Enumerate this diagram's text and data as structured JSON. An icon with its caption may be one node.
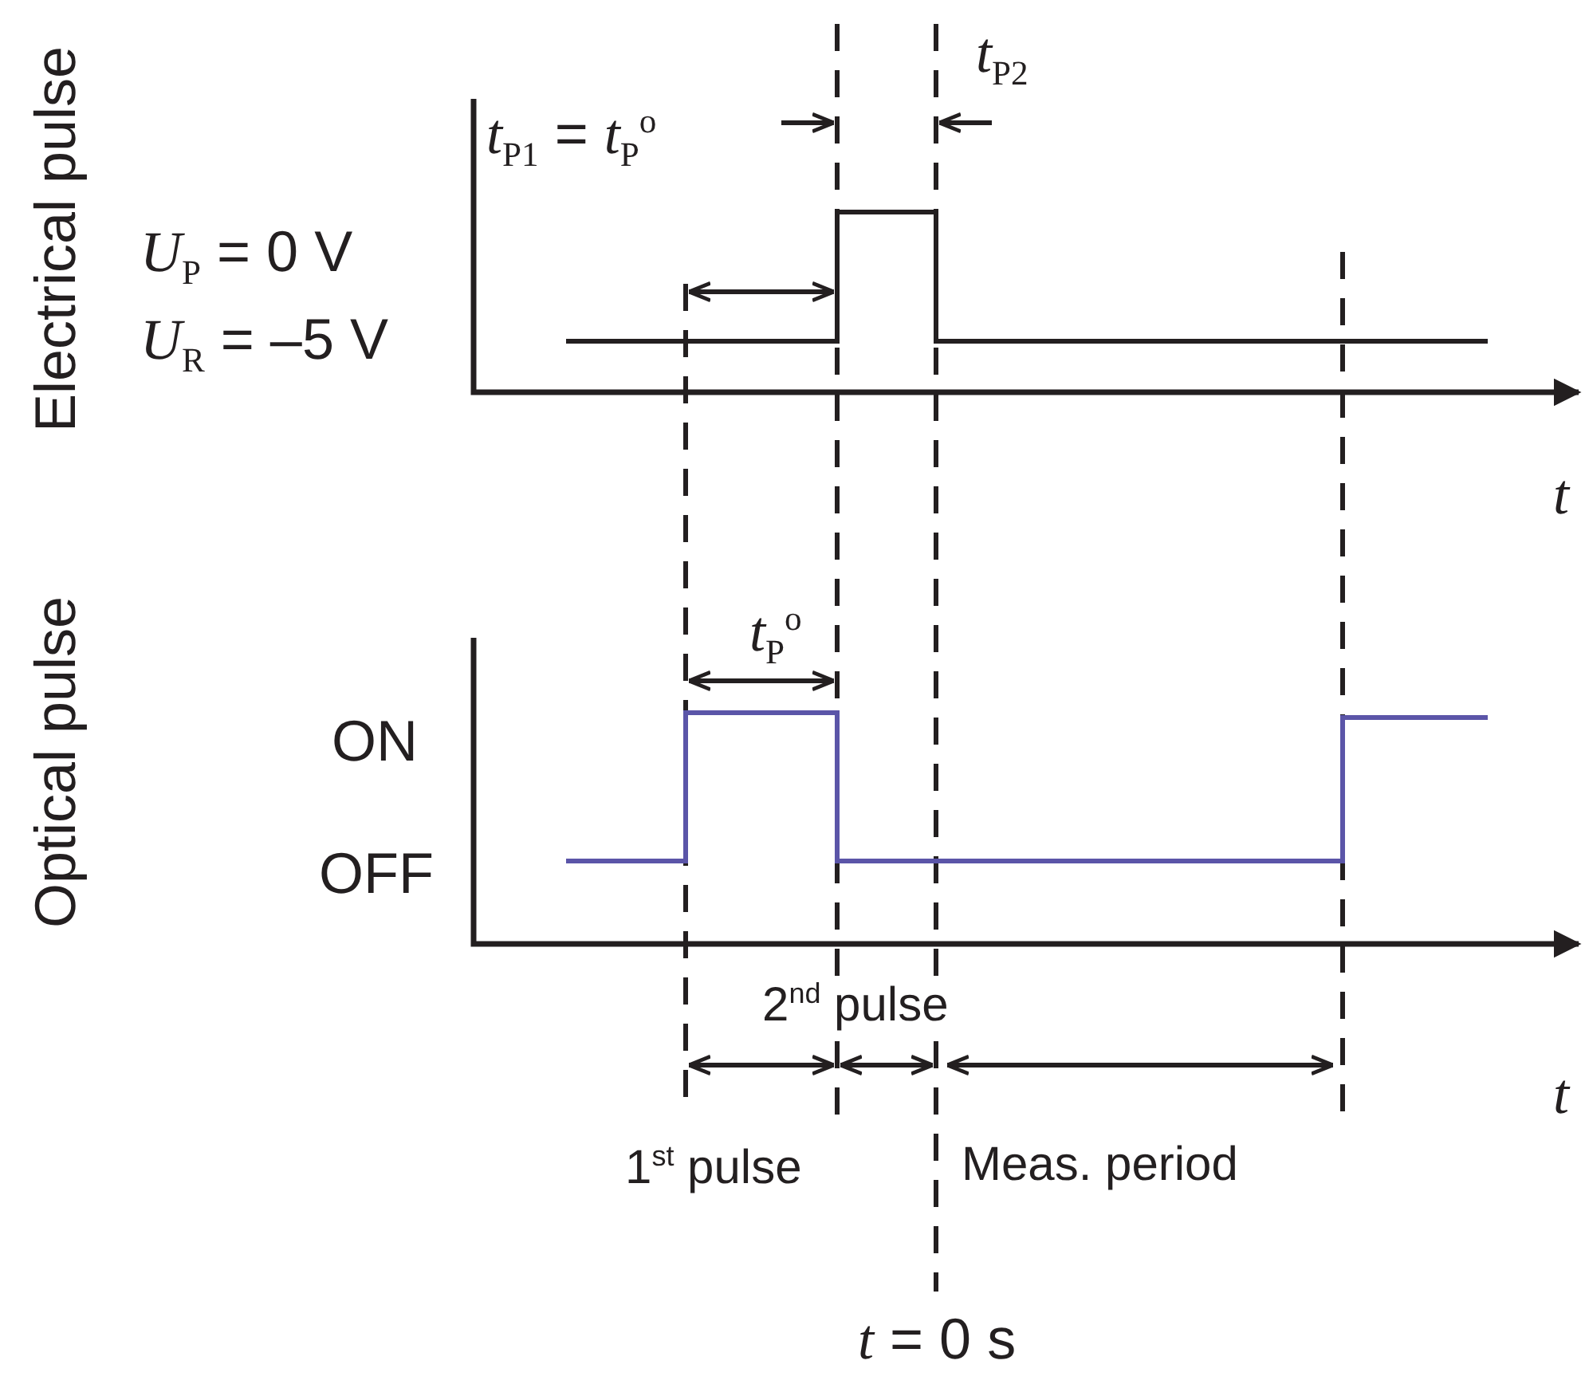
{
  "diagram": {
    "labels": [
      "Electrical pulse",
      "*t*$_{P2}$",
      "*t*$_{P1}$ = *t*$_{P}$$^{o}$",
      "*U*$_{P}$ = 0 V",
      "*U*$_{R}$ = –5 V",
      "*t*",
      "Optical pulse",
      "*t*$_{P}$$^{o}$",
      "ON",
      "OFF",
      "2$^{nd}$ pulse",
      "*t*",
      "1$^{st}$ pulse",
      "Meas. period",
      "*t* = 0 s"
    ]
  }
}
